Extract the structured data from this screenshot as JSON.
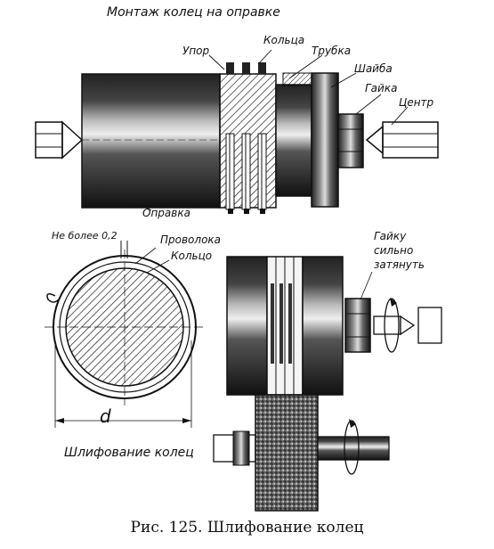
{
  "top_title": "Монтаж колец на оправке",
  "labels": {
    "upor": "Упор",
    "koltsa": "Кольца",
    "trubka": "Трубка",
    "shaiba": "Шайба",
    "gaika": "Гайка",
    "tsentr": "Центр",
    "opravka": "Оправка",
    "ne_bolee": "Не более 0,2",
    "provoloka": "Проволока",
    "koltso": "Кольцо",
    "gaiku_1": "Гайку",
    "gaiku_2": "сильно",
    "gaiku_3": "затянуть",
    "d": "d"
  },
  "bottom_title": "Шлифование колец",
  "caption": "Рис. 125. Шлифование колец",
  "colors": {
    "ink": "#111111",
    "paper": "#ffffff",
    "grey": "#888888"
  }
}
